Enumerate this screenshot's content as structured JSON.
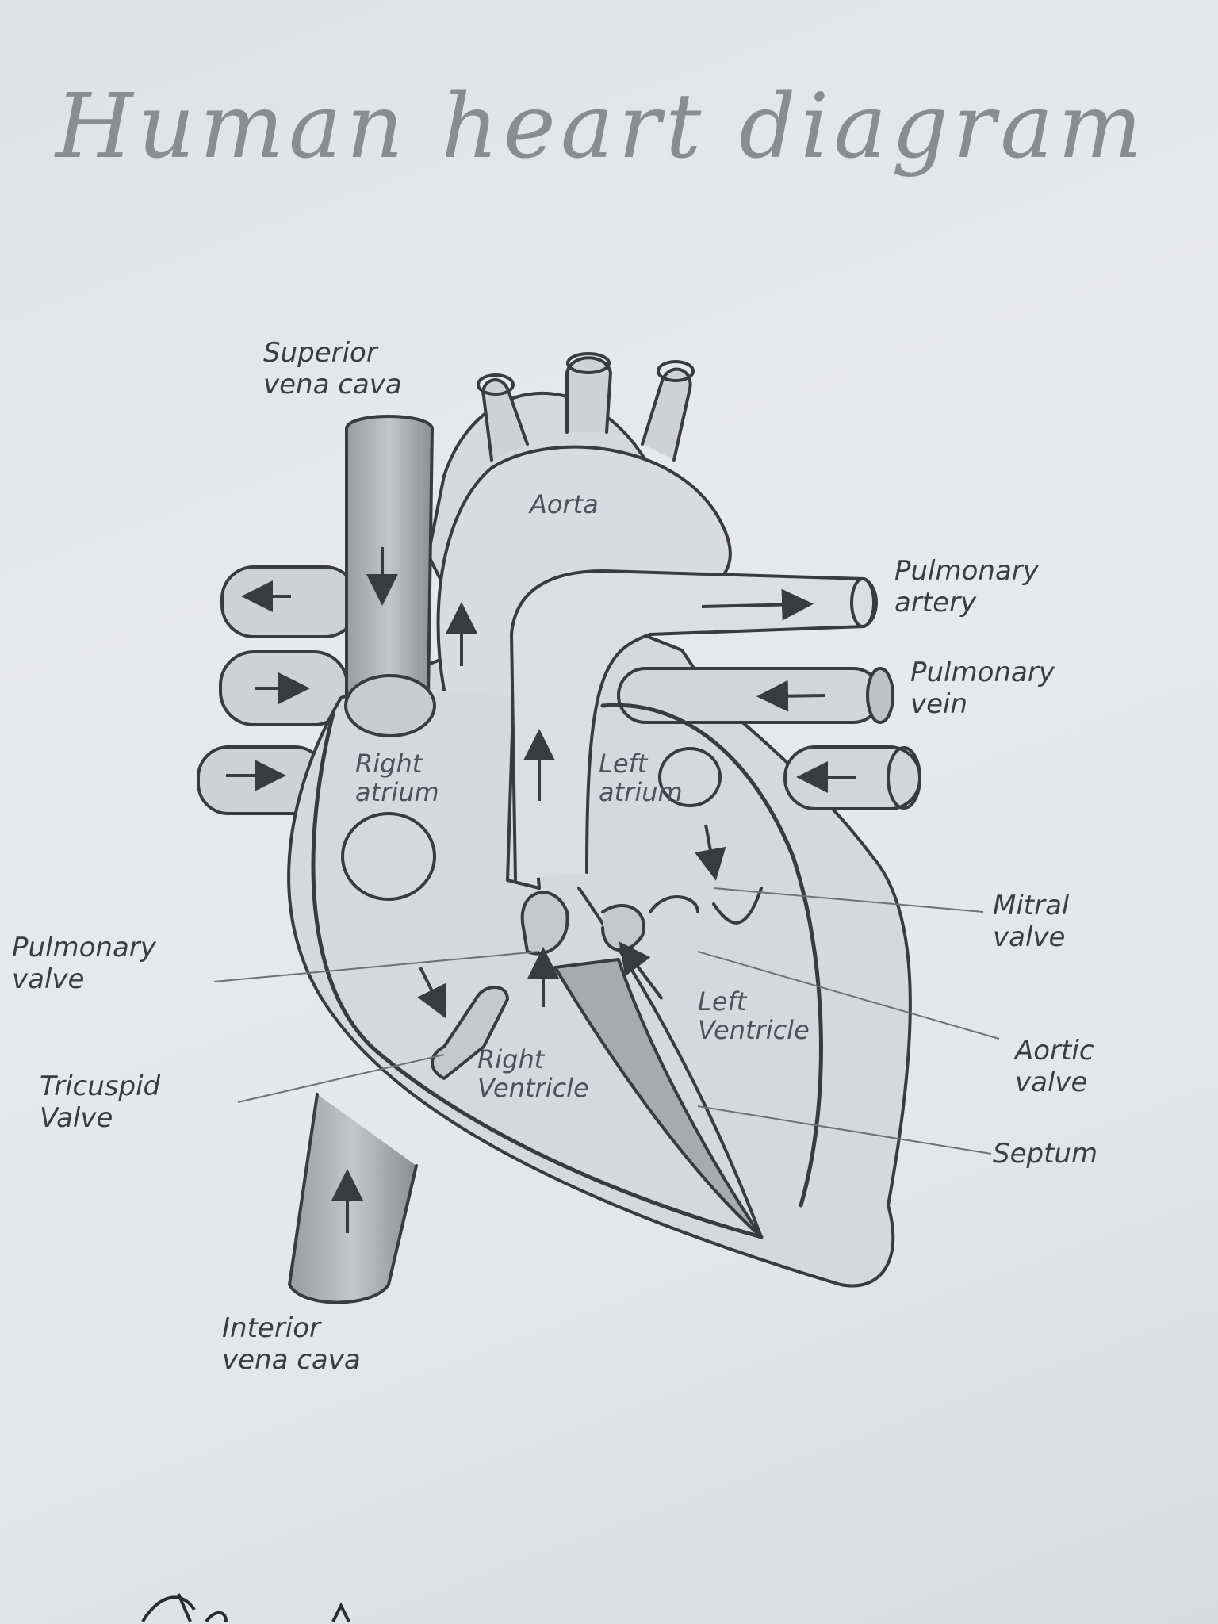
{
  "title": "Human heart diagram",
  "labels": {
    "superior_vena_cava": "Superior\nvena cava",
    "aorta": "Aorta",
    "pulmonary_artery": "Pulmonary\nartery",
    "pulmonary_vein": "Pulmonary\nvein",
    "right_atrium": "Right\natrium",
    "left_atrium": "Left\natrium",
    "mitral_valve": "Mitral\nvalve",
    "pulmonary_valve": "Pulmonary\nvalve",
    "left_ventricle": "Left\nVentricle",
    "aortic_valve": "Aortic\nvalve",
    "tricuspid_valve": "Tricuspid\nValve",
    "right_ventricle": "Right\nVentricle",
    "septum": "Septum",
    "inferior_vena_cava": "Interior\nvena cava"
  },
  "colors": {
    "pencil": "#3a3b3e",
    "shade": "#8d8f93",
    "paper": "#e3e5e8"
  }
}
